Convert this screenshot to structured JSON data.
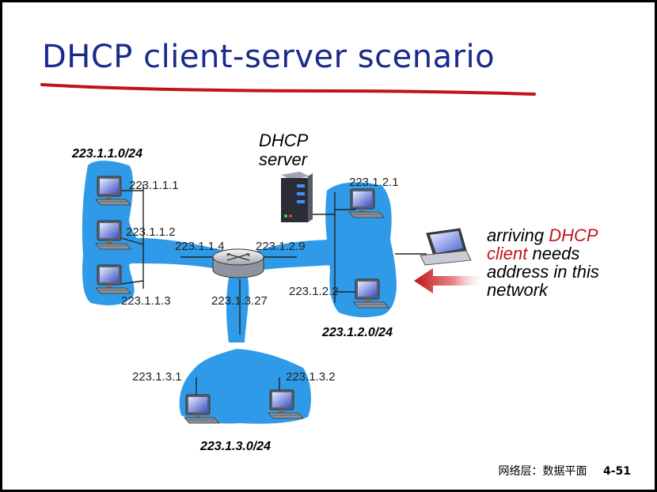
{
  "slide": {
    "title": "DHCP client-server scenario",
    "footer_text": "网络层：数据平面",
    "page_number": "4-51"
  },
  "diagram": {
    "server_label_line1": "DHCP",
    "server_label_line2": "server",
    "client_note": {
      "line1_black": "arriving ",
      "line1_red": "DHCP",
      "line2_red": "client",
      "line2_black": " needs",
      "line3": "address in this",
      "line4": "network"
    },
    "subnets": {
      "subnet1": "223.1.1.0/24",
      "subnet2": "223.1.2.0/24",
      "subnet3": "223.1.3.0/24"
    },
    "hosts": {
      "h111": "223.1.1.1",
      "h112": "223.1.1.2",
      "h113": "223.1.1.3",
      "h121": "223.1.2.1",
      "h122": "223.1.2.2",
      "h131": "223.1.3.1",
      "h132": "223.1.3.2"
    },
    "router_interfaces": {
      "r1": "223.1.1.4",
      "r2": "223.1.2.9",
      "r3": "223.1.3.27"
    },
    "colors": {
      "network_fill": "#2f9be8",
      "title_color": "#1a2a8c",
      "accent_red": "#c0141b",
      "underline": "#c0141b"
    }
  }
}
